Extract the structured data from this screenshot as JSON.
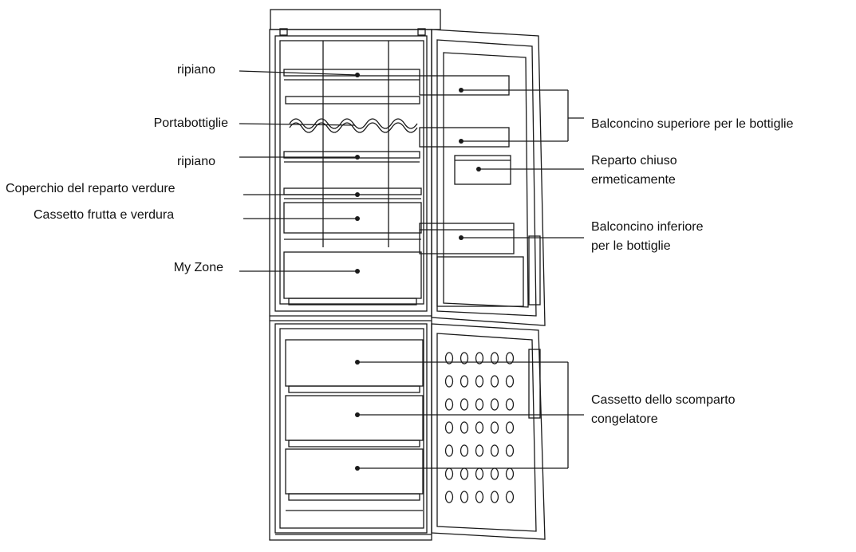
{
  "labels": {
    "left": [
      "ripiano",
      "Portabottiglie",
      "ripiano",
      "Coperchio del reparto verdure",
      "Cassetto frutta e verdura",
      "My Zone"
    ],
    "right": [
      [
        "Balconcino superiore per le bottiglie"
      ],
      [
        "Reparto chiuso",
        "ermeticamente"
      ],
      [
        "Balconcino inferiore",
        "per le bottiglie"
      ],
      [
        "Cassetto dello scomparto",
        "congelatore"
      ]
    ]
  },
  "colors": {
    "line": "#1a1a1a",
    "background": "#ffffff"
  }
}
